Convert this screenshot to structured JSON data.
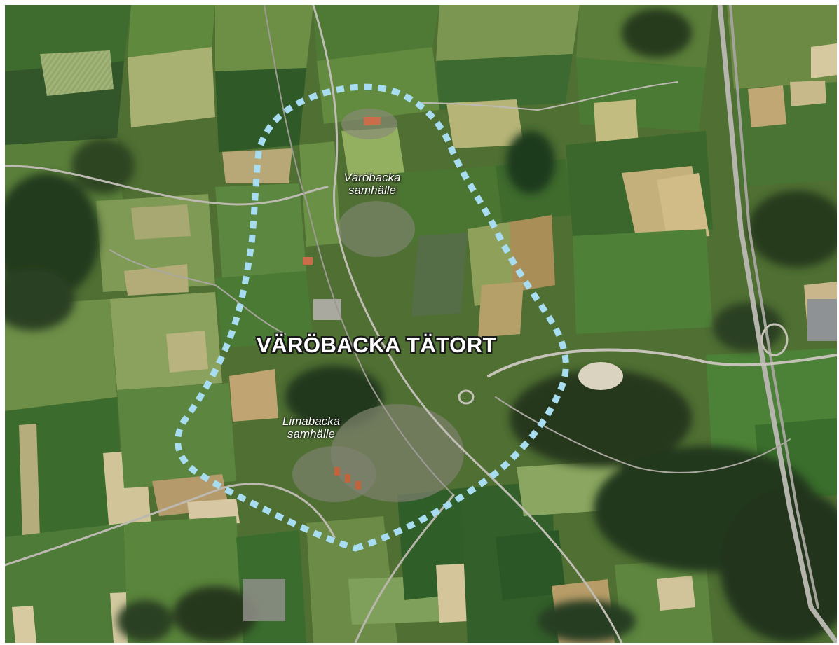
{
  "map": {
    "title": "VÄRÖBACKA TÄTORT",
    "places": [
      {
        "line1": "Väröbacka",
        "line2": "samhälle"
      },
      {
        "line1": "Limabacka",
        "line2": "samhälle"
      }
    ],
    "boundary_color": "#a8dcf0",
    "colors": {
      "field_dark": "#3d6a2c",
      "field_light": "#8aa35a",
      "forest": "#24381c",
      "road": "#b9b7ae"
    }
  }
}
